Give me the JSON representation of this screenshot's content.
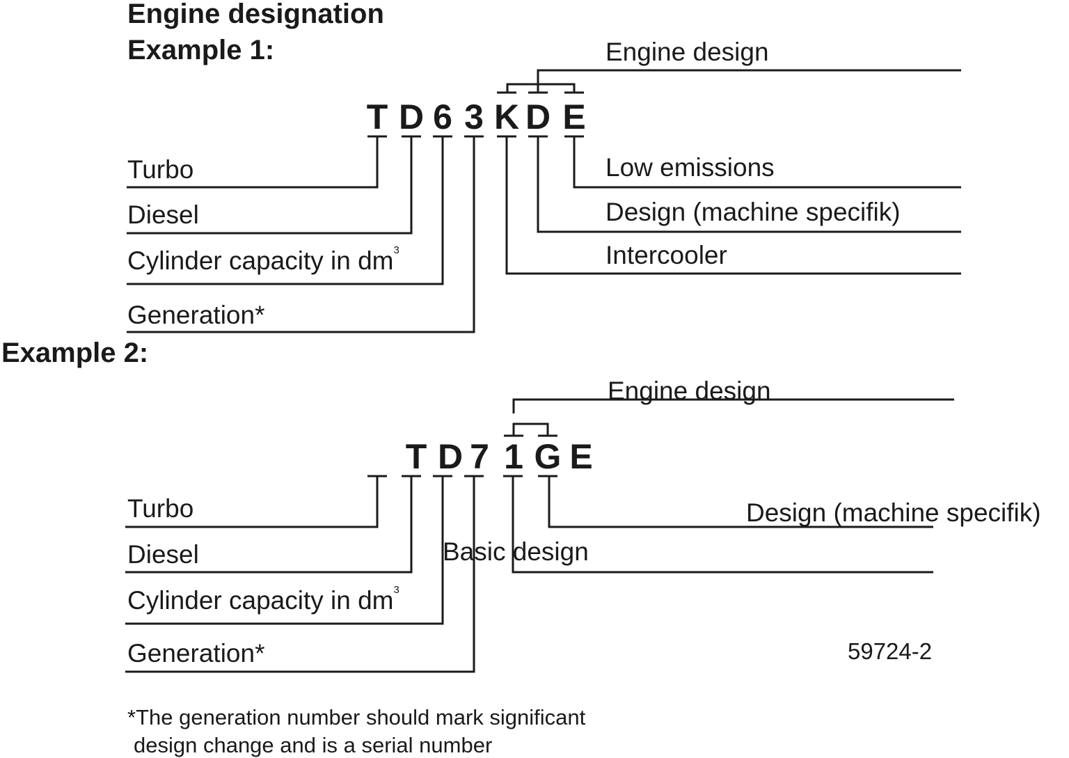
{
  "title": "Engine designation",
  "example1": {
    "heading": "Example 1:",
    "code": [
      "T",
      "D",
      "6",
      "3",
      "K",
      "D",
      "E"
    ],
    "left_labels": {
      "turbo": "Turbo",
      "diesel": "Diesel",
      "cylinder": "Cylinder capacity in dm",
      "cylinder_sup": "3",
      "generation": "Generation*"
    },
    "right_labels": {
      "engine_design": "Engine design",
      "low_emissions": "Low emissions",
      "design_machine": "Design (machine specifik)",
      "intercooler": "Intercooler"
    }
  },
  "example2": {
    "heading": "Example 2:",
    "code": [
      "T",
      "D",
      "7",
      "1",
      "G",
      "E"
    ],
    "left_labels": {
      "turbo": "Turbo",
      "diesel": "Diesel",
      "cylinder": "Cylinder capacity in dm",
      "cylinder_sup": "3",
      "generation": "Generation*"
    },
    "right_labels": {
      "engine_design": "Engine design",
      "design_machine": "Design (machine specifik)",
      "basic_design": "Basic design"
    }
  },
  "figure_ref": "59724-2",
  "footnote": {
    "line1": "*The generation number should mark significant",
    "line2": "design change and is a serial number"
  }
}
